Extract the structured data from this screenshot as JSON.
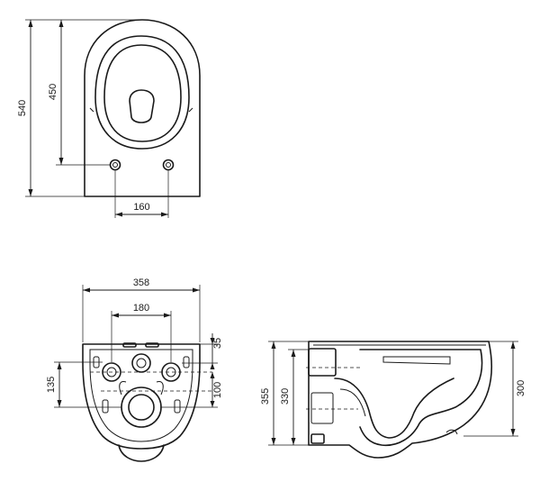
{
  "views": {
    "top": {
      "dim_length": "540",
      "dim_fixing_depth": "450",
      "dim_fixing_spacing": "160"
    },
    "rear": {
      "dim_width": "358",
      "dim_inlet_spacing": "180",
      "dim_top_offset": "35",
      "dim_left_height": "135",
      "dim_right_height": "100"
    },
    "side": {
      "dim_total_height": "355",
      "dim_inner_height": "330",
      "dim_rim_height": "300"
    }
  }
}
